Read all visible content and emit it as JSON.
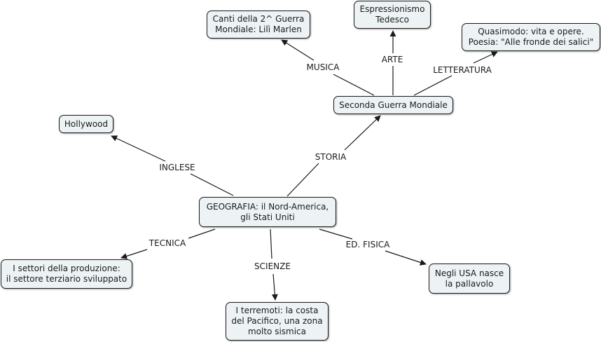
{
  "map": {
    "line_color": "#1a1a1a",
    "node_fill": "#edf3f5",
    "concepts": {
      "center": "GEOGRAFIA: il Nord-America,\ngli Stati Uniti",
      "seconda_guerra": "Seconda Guerra Mondiale",
      "canti": "Canti della 2^ Guerra\nMondiale: Lilì Marlen",
      "espressionismo": "Espressionismo\nTedesco",
      "quasimodo": "Quasimodo: vita e opere.\nPoesia: \"Alle fronde dei salici\"",
      "hollywood": "Hollywood",
      "settori": "I settori della produzione:\nil settore terziario sviluppato",
      "terremoti": "I terremoti: la costa\ndel Pacifico, una zona\nmolto sismica",
      "pallavolo": "Negli USA nasce\nla pallavolo"
    },
    "links": {
      "storia": "STORIA",
      "inglese": "INGLESE",
      "tecnica": "TECNICA",
      "scienze": "SCIENZE",
      "ed_fisica": "ED. FISICA",
      "musica": "MUSICA",
      "arte": "ARTE",
      "letteratura": "LETTERATURA"
    }
  }
}
